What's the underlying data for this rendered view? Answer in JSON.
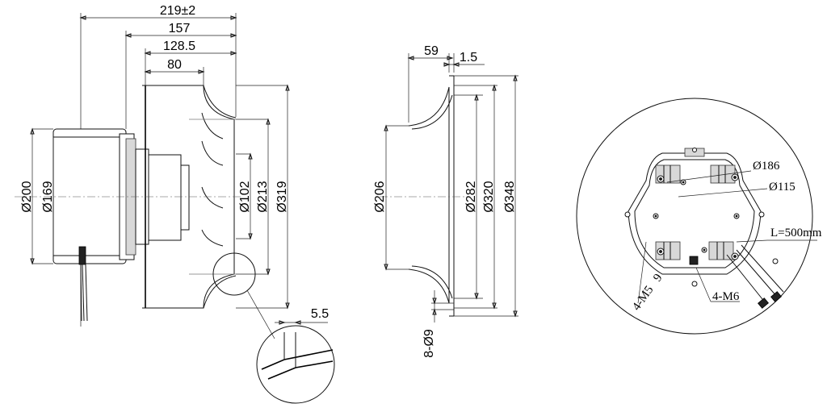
{
  "side_view": {
    "dim_overall_length": "219±2",
    "dim_length_2": "157",
    "dim_length_3": "128.5",
    "dim_length_4": "80",
    "dim_motor_od": "Ø200",
    "dim_motor_id": "Ø169",
    "dim_d1": "Ø102",
    "dim_d2": "Ø213",
    "dim_d3": "Ø319",
    "dim_detail_thickness": "5.5"
  },
  "inlet_view": {
    "dim_depth": "59",
    "dim_lip": "1.5",
    "dim_inner": "Ø206",
    "dim_d1": "Ø282",
    "dim_d2": "Ø320",
    "dim_d3": "Ø348",
    "dim_holes": "8-Ø9"
  },
  "front_view": {
    "dim_d1": "Ø186",
    "dim_d2": "Ø115",
    "cable_length": "L=500mm",
    "thread_1": "4-M5",
    "thread_depth": "9",
    "thread_2": "4-M6"
  }
}
